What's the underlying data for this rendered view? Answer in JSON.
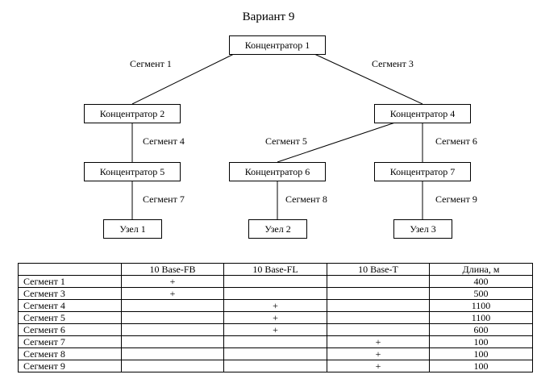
{
  "title": "Вариант 9",
  "nodes": {
    "hub1": "Концентратор 1",
    "hub2": "Концентратор 2",
    "hub4": "Концентратор 4",
    "hub5": "Концентратор 5",
    "hub6": "Концентратор 6",
    "hub7": "Концентратор 7",
    "node1": "Узел 1",
    "node2": "Узел 2",
    "node3": "Узел 3"
  },
  "segments": {
    "s1": "Сегмент 1",
    "s3": "Сегмент 3",
    "s4": "Сегмент 4",
    "s5": "Сегмент 5",
    "s6": "Сегмент 6",
    "s7": "Сегмент 7",
    "s8": "Сегмент 8",
    "s9": "Сегмент 9"
  },
  "table": {
    "headers": [
      "",
      "10 Base-FB",
      "10 Base-FL",
      "10 Base-T",
      "Длина, м"
    ],
    "rows": [
      [
        "Сегмент 1",
        "+",
        "",
        "",
        "400"
      ],
      [
        "Сегмент 3",
        "+",
        "",
        "",
        "500"
      ],
      [
        "Сегмент 4",
        "",
        "+",
        "",
        "1100"
      ],
      [
        "Сегмент 5",
        "",
        "+",
        "",
        "1100"
      ],
      [
        "Сегмент 6",
        "",
        "+",
        "",
        "600"
      ],
      [
        "Сегмент 7",
        "",
        "",
        "+",
        "100"
      ],
      [
        "Сегмент 8",
        "",
        "",
        "+",
        "100"
      ],
      [
        "Сегмент 9",
        "",
        "",
        "+",
        "100"
      ]
    ]
  }
}
